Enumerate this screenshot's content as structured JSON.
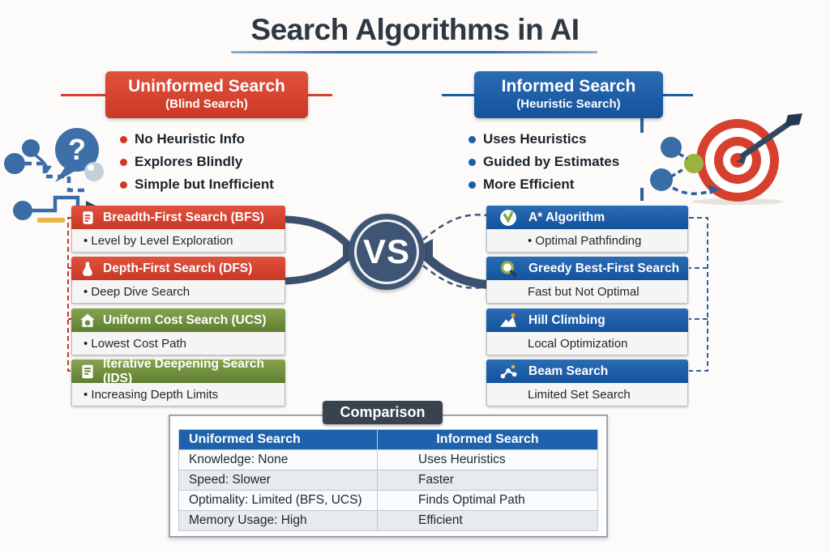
{
  "title": "Search Algorithms in AI",
  "left": {
    "header_title": "Uninformed Search",
    "header_subtitle": "(Blind Search)",
    "bullets": [
      "No Heuristic Info",
      "Explores Blindly",
      "Simple but Inefficient"
    ],
    "cards": [
      {
        "title": "Breadth-First Search (BFS)",
        "desc": "• Level by Level Exploration",
        "icon": "scroll-icon"
      },
      {
        "title": "Depth-First Search (DFS)",
        "desc": "• Deep Dive Search",
        "icon": "flask-icon"
      },
      {
        "title": "Uniform Cost Search (UCS)",
        "desc": "• Lowest Cost Path",
        "icon": "cost-house-icon"
      },
      {
        "title": "Iterative Deepening Search (IDS)",
        "desc": "• Increasing Depth Limits",
        "icon": "document-icon"
      }
    ]
  },
  "right": {
    "header_title": "Informed Search",
    "header_subtitle": "(Heuristic Search)",
    "bullets": [
      "Uses Heuristics",
      "Guided by Estimates",
      "More Efficient"
    ],
    "cards": [
      {
        "title": "A* Algorithm",
        "desc": "• Optimal Pathfinding",
        "icon": "check-badge-icon"
      },
      {
        "title": "Greedy Best-First Search",
        "desc": "Fast but Not Optimal",
        "icon": "magnifier-icon"
      },
      {
        "title": "Hill Climbing",
        "desc": "Local Optimization",
        "icon": "mountain-icon"
      },
      {
        "title": "Beam Search",
        "desc": "Limited Set Search",
        "icon": "graph-nodes-icon"
      }
    ]
  },
  "vs_label": "VS",
  "comparison": {
    "badge": "Comparison",
    "columns": [
      "Uniformed Search",
      "Informed Search"
    ],
    "rows": [
      [
        "Knowledge: None",
        "Uses Heuristics"
      ],
      [
        "Speed: Slower",
        "Faster"
      ],
      [
        "Optimality: Limited (BFS, UCS)",
        "Finds Optimal Path"
      ],
      [
        "Memory Usage: High",
        "Efficient"
      ]
    ]
  },
  "decorations": {
    "left": "question-flowchart-icon",
    "right": "target-dart-icon"
  },
  "colors": {
    "red": "#d7402e",
    "green": "#6f8f3d",
    "blue": "#1a5dab",
    "dark_slate": "#3e5574",
    "table_header_blue": "#1e62ad",
    "badge_dark": "#39434f"
  }
}
